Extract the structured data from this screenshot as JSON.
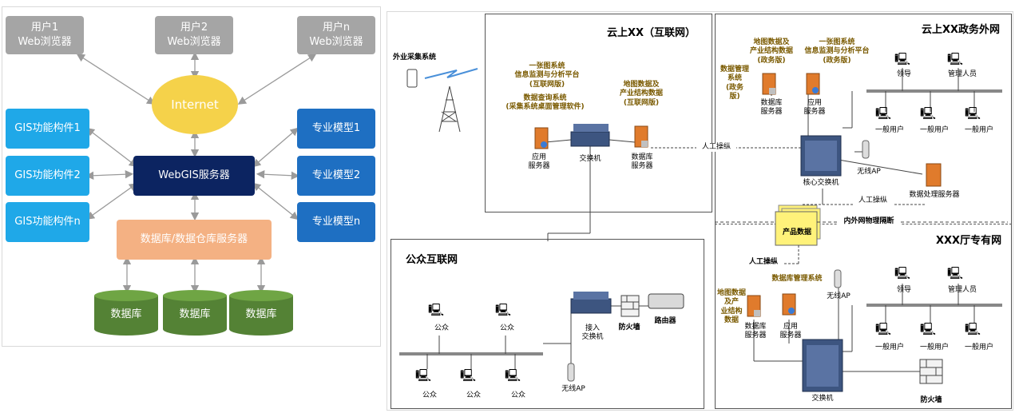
{
  "colors": {
    "grey_box": "#a5a5a5",
    "blue_box": "#1fa8e8",
    "dark_blue": "#1e4d9c",
    "navy": "#0c2461",
    "internet": "#f5d24a",
    "db_server": "#f4b183",
    "db_green": "#548235",
    "arrow": "#9a9a9a"
  },
  "left": {
    "users": [
      "用户1\nWeb浏览器",
      "用户2\nWeb浏览器",
      "用户n\nWeb浏览器"
    ],
    "internet": "Internet",
    "gis": [
      "GIS功能构件1",
      "GIS功能构件2",
      "GIS功能构件n"
    ],
    "models": [
      "专业模型1",
      "专业模型2",
      "专业模型n"
    ],
    "webgis": "WebGIS服务器",
    "db_server": "数据库/数据仓库服务器",
    "dbs": [
      "数据库",
      "数据库",
      "数据库"
    ]
  },
  "right": {
    "field_collect": "外业采集系统",
    "cloud_title": "云上XX（互联网）",
    "cloud_sys1": "一张图系统\n信息监测与分析平台\n(互联网版)",
    "cloud_sys2": "数据查询系统\n(采集系统桌面管理软件)",
    "cloud_map_data": "地图数据及\n产业结构数据\n(互联网版)",
    "app_server": "应用\n服务器",
    "switch": "交换机",
    "db_server": "数据库\n服务器",
    "manual_op": "人工操纵",
    "gov_title": "云上XX政务外网",
    "gov_map_data": "地图数据及\n产业结构数据\n(政务版)",
    "gov_sys1": "一张图系统\n信息监测与分析平台\n(政务版)",
    "gov_db_mgmt": "数据管理\n系统\n(政务\n版)",
    "leader": "领导",
    "manager": "管理人员",
    "general_user": "一般用户",
    "core_switch": "核心交换机",
    "wireless_ap": "无线AP",
    "data_proc_server": "数据处理服务器",
    "product_data": "产品数据",
    "isolation": "内外网物理隔断",
    "public_title": "公众互联网",
    "public": "公众",
    "access_switch": "接入\n交换机",
    "firewall": "防火墙",
    "router": "路由器",
    "dept_title": "XXX厅专有网",
    "dept_map_data": "地图数据及产\n业结构\n数据",
    "dept_db_mgmt": "数据库管理系统"
  }
}
